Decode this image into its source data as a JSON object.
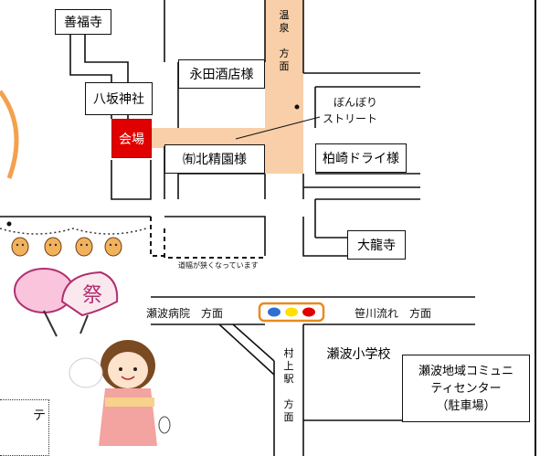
{
  "labels": {
    "zenpukuji": "善福寺",
    "hasaka": "八坂神社",
    "kaijo": "会場",
    "nagata": "永田酒店様",
    "kitaseien": "㈲北精園様",
    "kashiwazaki": "柏崎ドライ様",
    "dairyuji": "大龍寺",
    "seha_school": "瀬波小学校",
    "community": [
      "瀬波地域コミュニ",
      "ティセンター",
      "（駐車場）"
    ],
    "bonbori": [
      "ぼんぼり",
      "ストリート"
    ],
    "onsen_dir": [
      "温",
      "泉",
      "",
      "方",
      "面"
    ],
    "murakami_dir": [
      "村",
      "上",
      "駅",
      "",
      "方",
      "面"
    ],
    "seha_hospital": "瀬波病院　方面",
    "sasagawa": "笹川流れ　方面",
    "narrow_road": "道幅が狭くなっています",
    "partial_text": "テ"
  },
  "colors": {
    "street_highlight": "#f8cfa8",
    "venue": "#e00000",
    "signal_frame": "#e88a20",
    "signal_blue": "#2f6fd0",
    "signal_yellow": "#ffe000",
    "signal_red": "#e00000",
    "orange_accent": "#f3a14d"
  },
  "icons": [
    "festival-lanterns-icon",
    "cotton-candy-icon",
    "matsuri-fan-icon",
    "girl-in-yukata-illustration"
  ]
}
